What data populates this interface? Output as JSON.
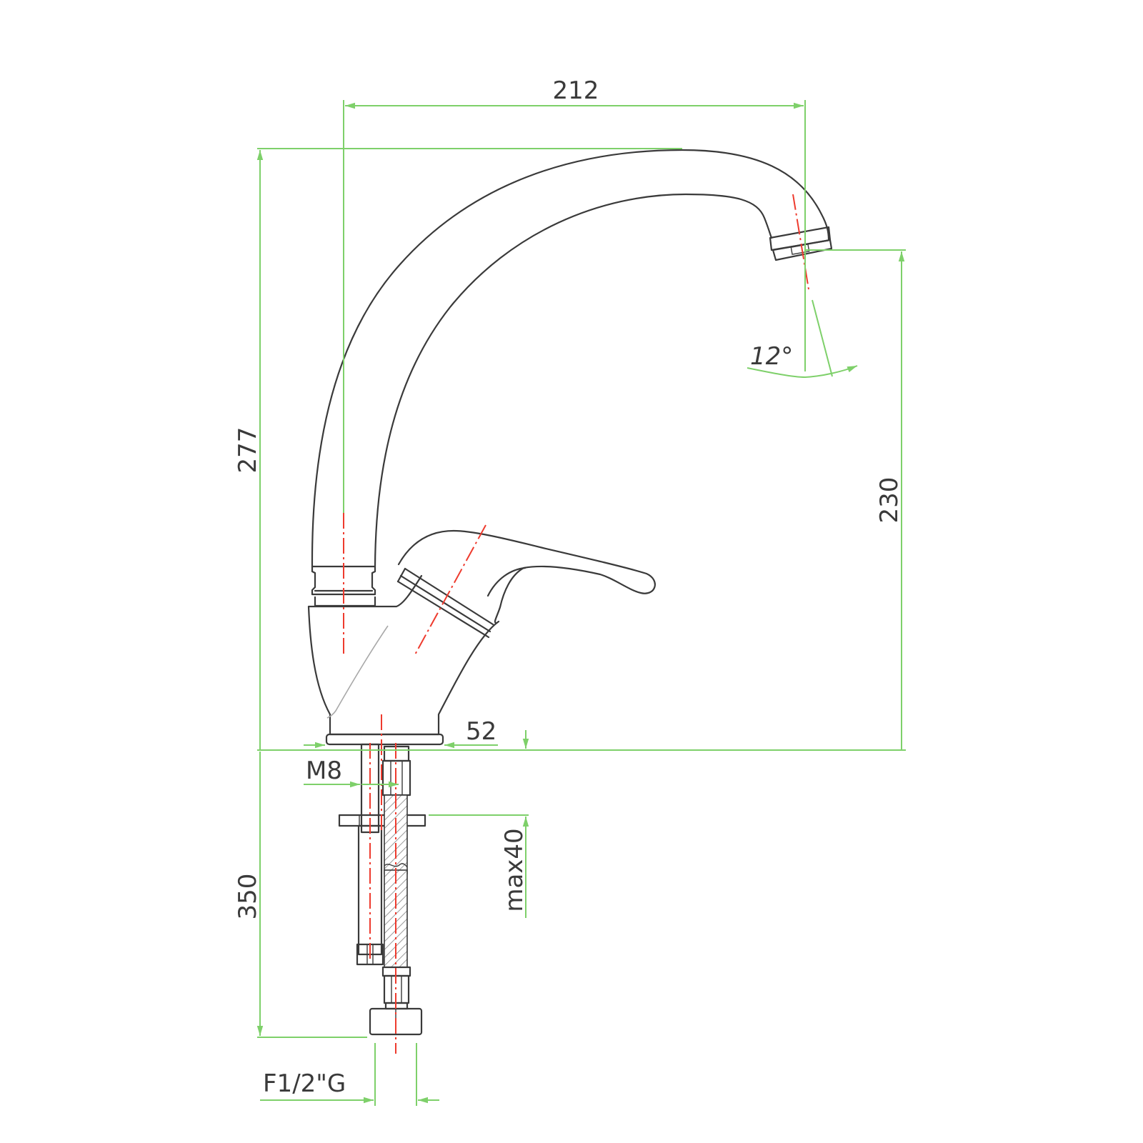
{
  "drawing": {
    "subject": "Single-lever kitchen sink mixer tap, side elevation",
    "colors": {
      "outline": "#3a3a3a",
      "dimension": "#7ed06a",
      "centerline": "#ee3b2e",
      "background": "#ffffff"
    },
    "dimensions": {
      "spout_reach": "212",
      "total_height": "277",
      "spout_outlet_height": "230",
      "spout_tilt_angle": "12°",
      "base_diameter": "52",
      "stud_thread": "M8",
      "max_counter_thickness": "max40",
      "hose_length": "350",
      "hose_connection": "F1/2\"G"
    }
  }
}
